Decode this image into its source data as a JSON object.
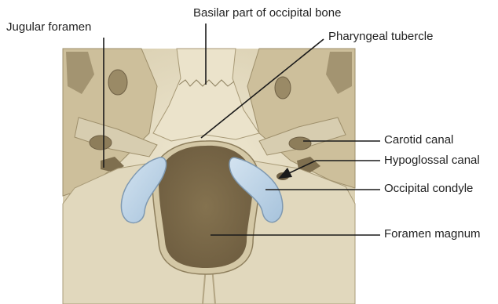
{
  "labels": {
    "jugular_foramen": "Jugular foramen",
    "basilar_part": "Basilar part of occipital bone",
    "pharyngeal_tubercle": "Pharyngeal tubercle",
    "carotid_canal": "Carotid canal",
    "hypoglossal_canal": "Hypoglossal canal",
    "occipital_condyle": "Occipital condyle",
    "foramen_magnum": "Foramen magnum"
  },
  "colors": {
    "bone": "#e3dbc1",
    "bone_shadow": "#b9ac88",
    "background_bone": "#cfc4a4",
    "foramen": "#7d6b4d",
    "condyle": "#b9d3e8",
    "leader_line": "#1a1a1a"
  }
}
